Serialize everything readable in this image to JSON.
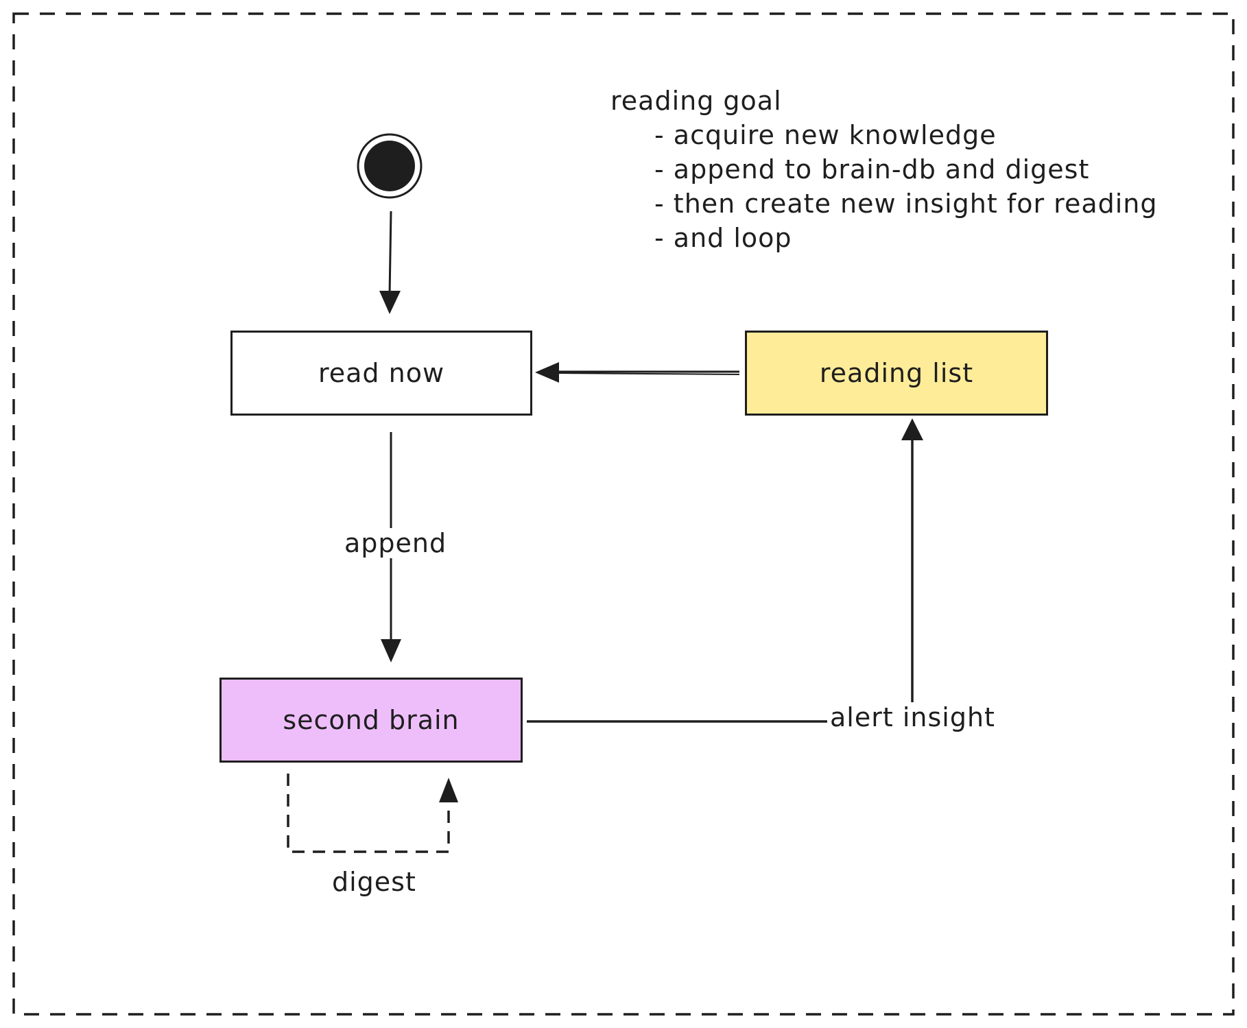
{
  "note": {
    "title": "reading goal",
    "items": [
      "acquire new knowledge",
      "append to brain-db and digest",
      "then create new insight for reading",
      "and loop"
    ]
  },
  "nodes": {
    "read_now": {
      "label": "read now",
      "fill": "#ffffff"
    },
    "reading_list": {
      "label": "reading list",
      "fill": "#ffec99"
    },
    "second_brain": {
      "label": "second brain",
      "fill": "#eebefa"
    }
  },
  "edges": {
    "append": {
      "label": "append"
    },
    "alert_insight": {
      "label": "alert insight"
    },
    "digest": {
      "label": "digest"
    }
  },
  "colors": {
    "stroke": "#1e1e1e",
    "initial_state": "#1e1e1e"
  }
}
